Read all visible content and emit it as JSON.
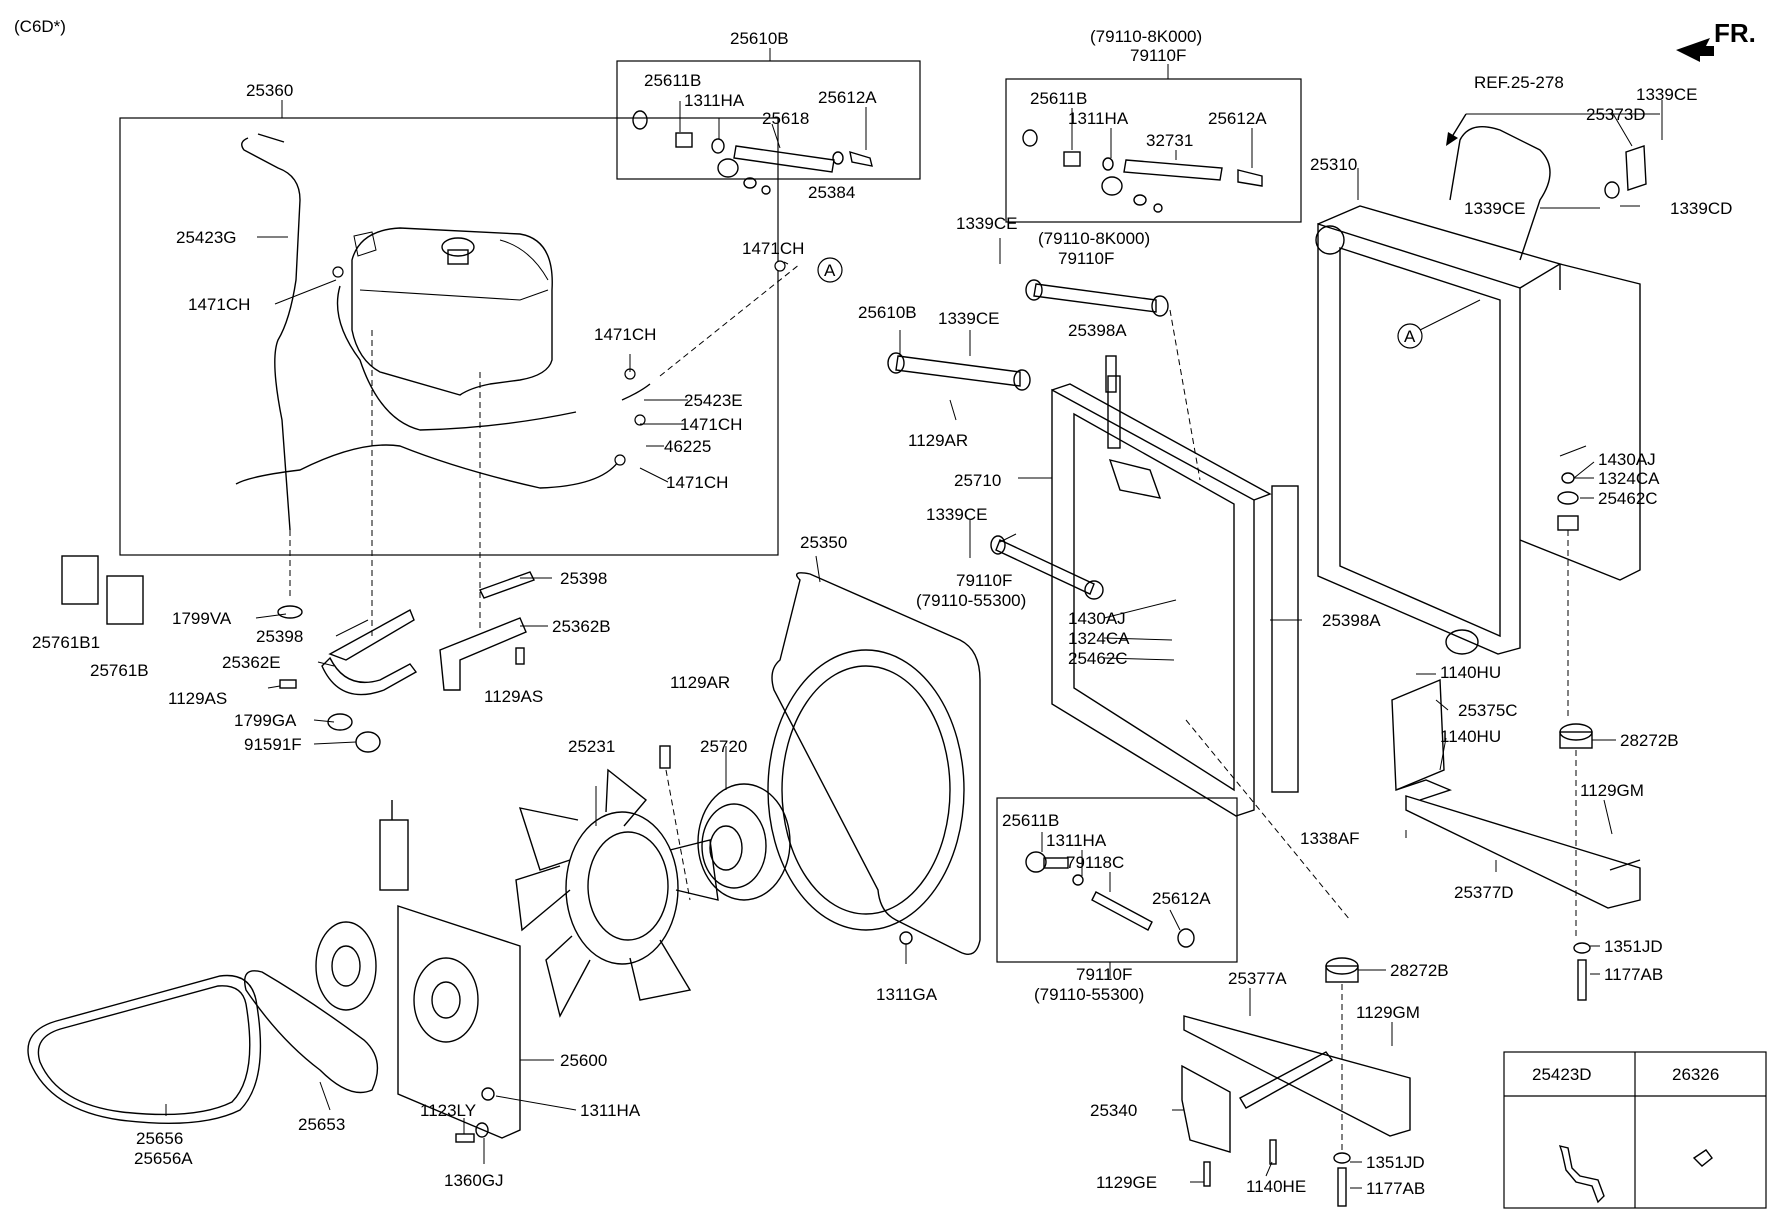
{
  "header": {
    "model_code": "(C6D*)",
    "direction_label": "FR."
  },
  "callouts": [
    {
      "id": "c01",
      "text": "25360"
    },
    {
      "id": "c02",
      "text": "25423G"
    },
    {
      "id": "c03",
      "text": "1471CH"
    },
    {
      "id": "c04",
      "text": "1471CH"
    },
    {
      "id": "c05",
      "text": "25423E"
    },
    {
      "id": "c06",
      "text": "1471CH"
    },
    {
      "id": "c07",
      "text": "46225"
    },
    {
      "id": "c08",
      "text": "1471CH"
    },
    {
      "id": "c09",
      "text": "1471CH"
    },
    {
      "id": "c10",
      "text": "25610B"
    },
    {
      "id": "c11",
      "text": "25611B"
    },
    {
      "id": "c12",
      "text": "1311HA"
    },
    {
      "id": "c13",
      "text": "25618"
    },
    {
      "id": "c14",
      "text": "25612A"
    },
    {
      "id": "c15",
      "text": "25384"
    },
    {
      "id": "c16",
      "text": "(79110-8K000)"
    },
    {
      "id": "c17",
      "text": "79110F"
    },
    {
      "id": "c18",
      "text": "25611B"
    },
    {
      "id": "c19",
      "text": "1311HA"
    },
    {
      "id": "c20",
      "text": "32731"
    },
    {
      "id": "c21",
      "text": "25612A"
    },
    {
      "id": "c22",
      "text": "1339CE"
    },
    {
      "id": "c23",
      "text": "(79110-8K000)"
    },
    {
      "id": "c24",
      "text": "79110F"
    },
    {
      "id": "c25",
      "text": "25610B"
    },
    {
      "id": "c26",
      "text": "1339CE"
    },
    {
      "id": "c27",
      "text": "25398A"
    },
    {
      "id": "c28",
      "text": "1129AR"
    },
    {
      "id": "c29",
      "text": "25710"
    },
    {
      "id": "c30",
      "text": "1339CE"
    },
    {
      "id": "c31",
      "text": "79110F"
    },
    {
      "id": "c32",
      "text": "(79110-55300)"
    },
    {
      "id": "c33",
      "text": "1430AJ"
    },
    {
      "id": "c34",
      "text": "1324CA"
    },
    {
      "id": "c35",
      "text": "25462C"
    },
    {
      "id": "c36",
      "text": "25398A"
    },
    {
      "id": "c37",
      "text": "REF.25-278"
    },
    {
      "id": "c38",
      "text": "1339CE"
    },
    {
      "id": "c39",
      "text": "25373D"
    },
    {
      "id": "c40",
      "text": "25310"
    },
    {
      "id": "c41",
      "text": "1339CE"
    },
    {
      "id": "c42",
      "text": "1339CD"
    },
    {
      "id": "c43",
      "text": "1430AJ"
    },
    {
      "id": "c44",
      "text": "1324CA"
    },
    {
      "id": "c45",
      "text": "25462C"
    },
    {
      "id": "c46",
      "text": "25761B1"
    },
    {
      "id": "c47",
      "text": "25761B"
    },
    {
      "id": "c48",
      "text": "1799VA"
    },
    {
      "id": "c49",
      "text": "25398"
    },
    {
      "id": "c50",
      "text": "25362E"
    },
    {
      "id": "c51",
      "text": "1129AS"
    },
    {
      "id": "c52",
      "text": "1799GA"
    },
    {
      "id": "c53",
      "text": "91591F"
    },
    {
      "id": "c54",
      "text": "25398"
    },
    {
      "id": "c55",
      "text": "25362B"
    },
    {
      "id": "c56",
      "text": "1129AS"
    },
    {
      "id": "c57",
      "text": "25350"
    },
    {
      "id": "c58",
      "text": "1129AR"
    },
    {
      "id": "c59",
      "text": "25720"
    },
    {
      "id": "c60",
      "text": "25231"
    },
    {
      "id": "c61",
      "text": "1311GA"
    },
    {
      "id": "c62",
      "text": "25600"
    },
    {
      "id": "c63",
      "text": "1311HA"
    },
    {
      "id": "c64",
      "text": "25656"
    },
    {
      "id": "c65",
      "text": "25656A"
    },
    {
      "id": "c66",
      "text": "25653"
    },
    {
      "id": "c67",
      "text": "1123LY"
    },
    {
      "id": "c68",
      "text": "1360GJ"
    },
    {
      "id": "c69",
      "text": "25611B"
    },
    {
      "id": "c70",
      "text": "1311HA"
    },
    {
      "id": "c71",
      "text": "79118C"
    },
    {
      "id": "c72",
      "text": "25612A"
    },
    {
      "id": "c73",
      "text": "79110F"
    },
    {
      "id": "c74",
      "text": "(79110-55300)"
    },
    {
      "id": "c75",
      "text": "1140HU"
    },
    {
      "id": "c76",
      "text": "25375C"
    },
    {
      "id": "c77",
      "text": "1140HU"
    },
    {
      "id": "c78",
      "text": "28272B"
    },
    {
      "id": "c79",
      "text": "1129GM"
    },
    {
      "id": "c80",
      "text": "1338AF"
    },
    {
      "id": "c81",
      "text": "25377D"
    },
    {
      "id": "c82",
      "text": "1351JD"
    },
    {
      "id": "c83",
      "text": "1177AB"
    },
    {
      "id": "c84",
      "text": "28272B"
    },
    {
      "id": "c85",
      "text": "25377A"
    },
    {
      "id": "c86",
      "text": "1129GM"
    },
    {
      "id": "c87",
      "text": "25340"
    },
    {
      "id": "c88",
      "text": "1129GE"
    },
    {
      "id": "c89",
      "text": "1140HE"
    },
    {
      "id": "c90",
      "text": "1351JD"
    },
    {
      "id": "c91",
      "text": "1177AB"
    }
  ],
  "reference_markers": [
    "A",
    "A"
  ],
  "legend_table": {
    "headers": [
      "25423D",
      "26326"
    ]
  }
}
